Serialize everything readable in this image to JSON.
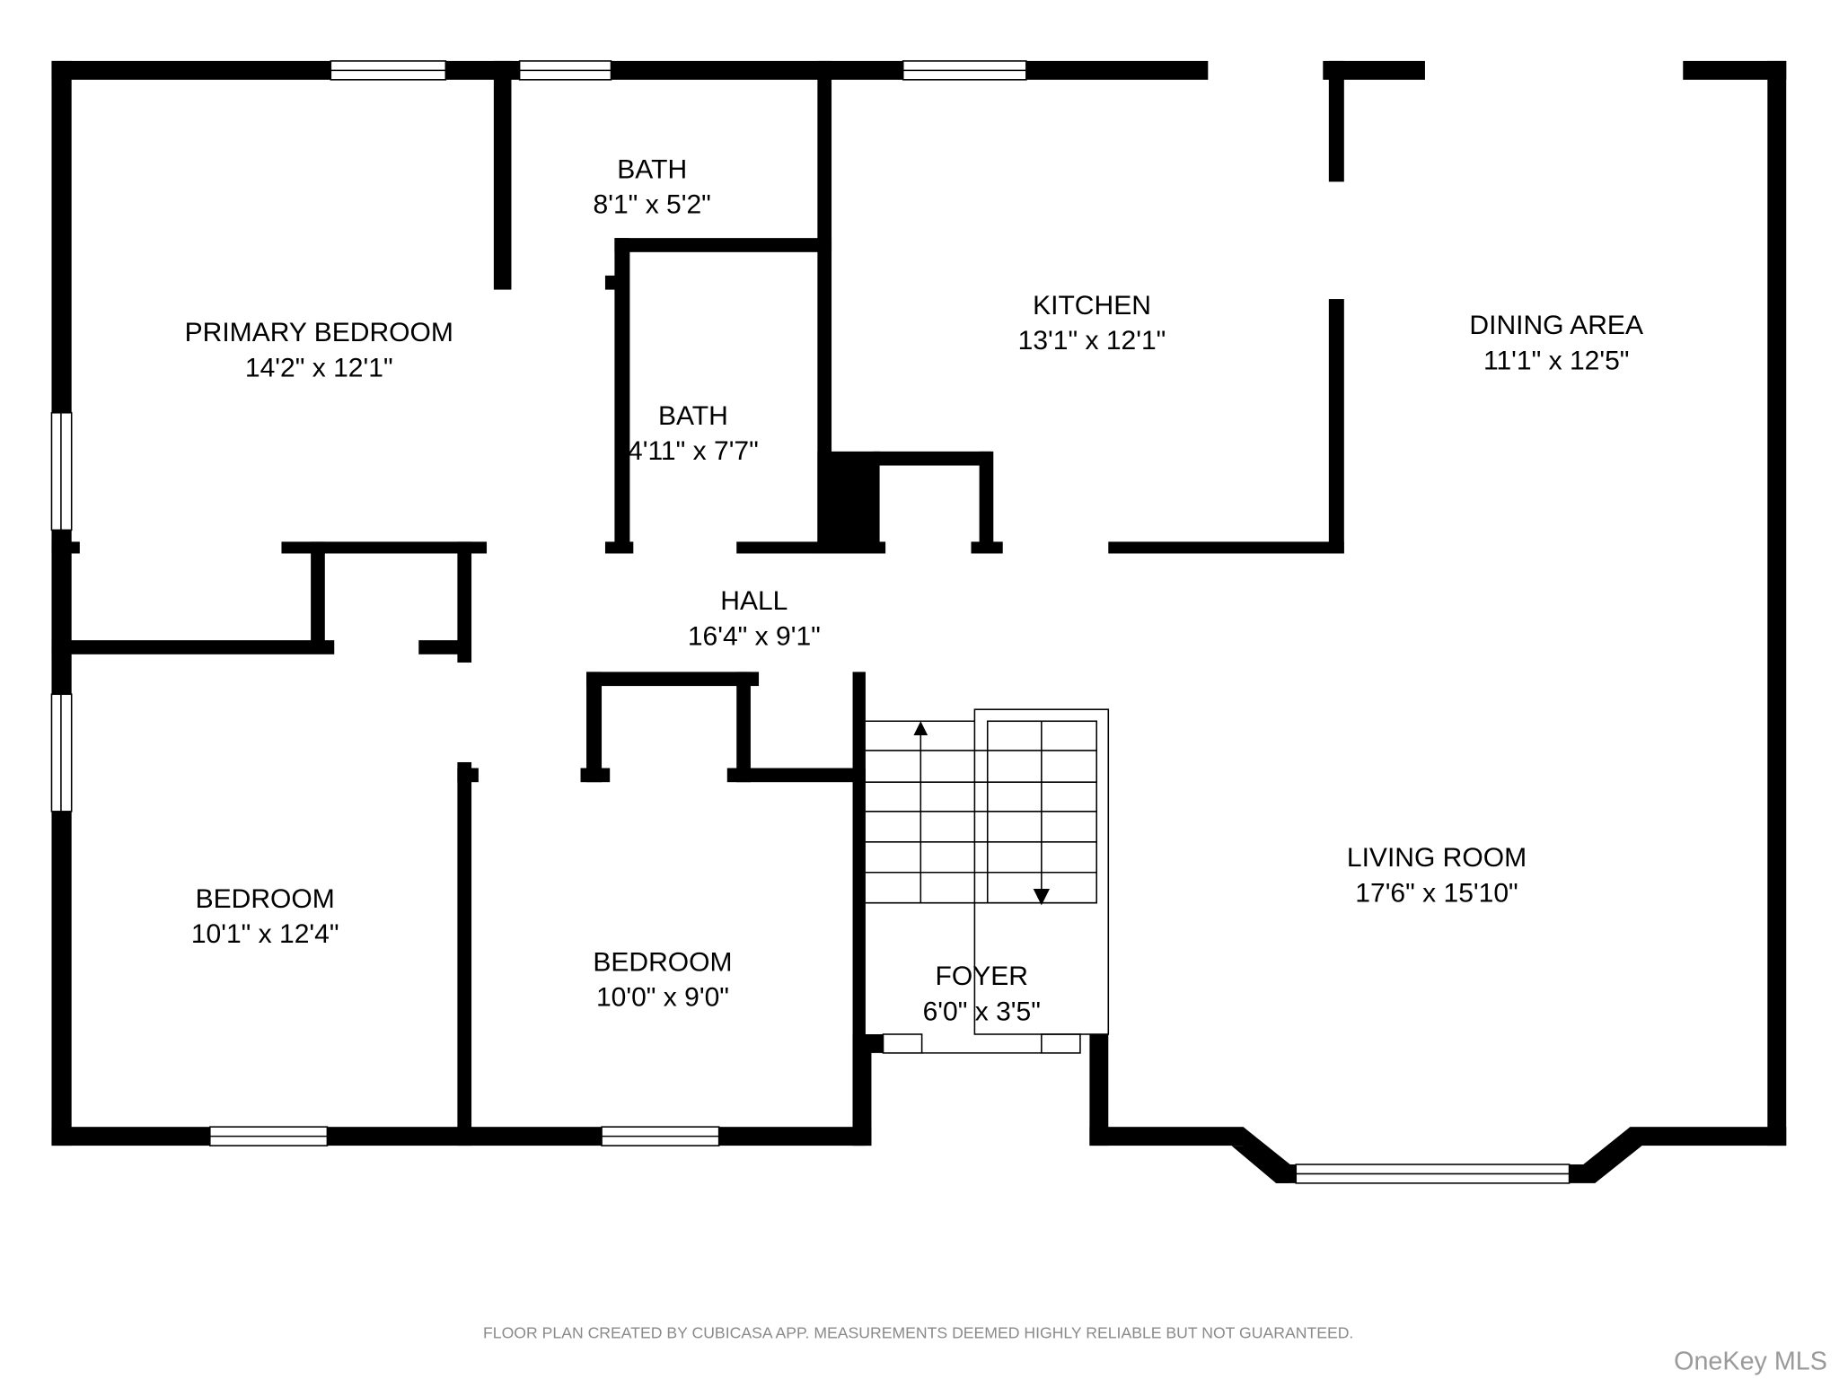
{
  "rooms": [
    {
      "name": "PRIMARY BEDROOM",
      "size": "14'2\" x 12'1\""
    },
    {
      "name": "BATH",
      "size": "8'1\" x 5'2\""
    },
    {
      "name": "BATH",
      "size": "4'11\" x 7'7\""
    },
    {
      "name": "KITCHEN",
      "size": "13'1\" x 12'1\""
    },
    {
      "name": "DINING AREA",
      "size": "11'1\" x 12'5\""
    },
    {
      "name": "HALL",
      "size": "16'4\" x 9'1\""
    },
    {
      "name": "BEDROOM",
      "size": "10'1\" x 12'4\""
    },
    {
      "name": "BEDROOM",
      "size": "10'0\" x 9'0\""
    },
    {
      "name": "FOYER",
      "size": "6'0\" x 3'5\""
    },
    {
      "name": "LIVING ROOM",
      "size": "17'6\" x 15'10\""
    }
  ],
  "footer": {
    "disclaimer": "FLOOR PLAN CREATED BY CUBICASA APP. MEASUREMENTS DEEMED HIGHLY RELIABLE BUT NOT GUARANTEED.",
    "watermark": "OneKey MLS"
  },
  "colors": {
    "walls": "#000000",
    "background": "#ffffff",
    "footer_text": "#8a8a8a"
  }
}
